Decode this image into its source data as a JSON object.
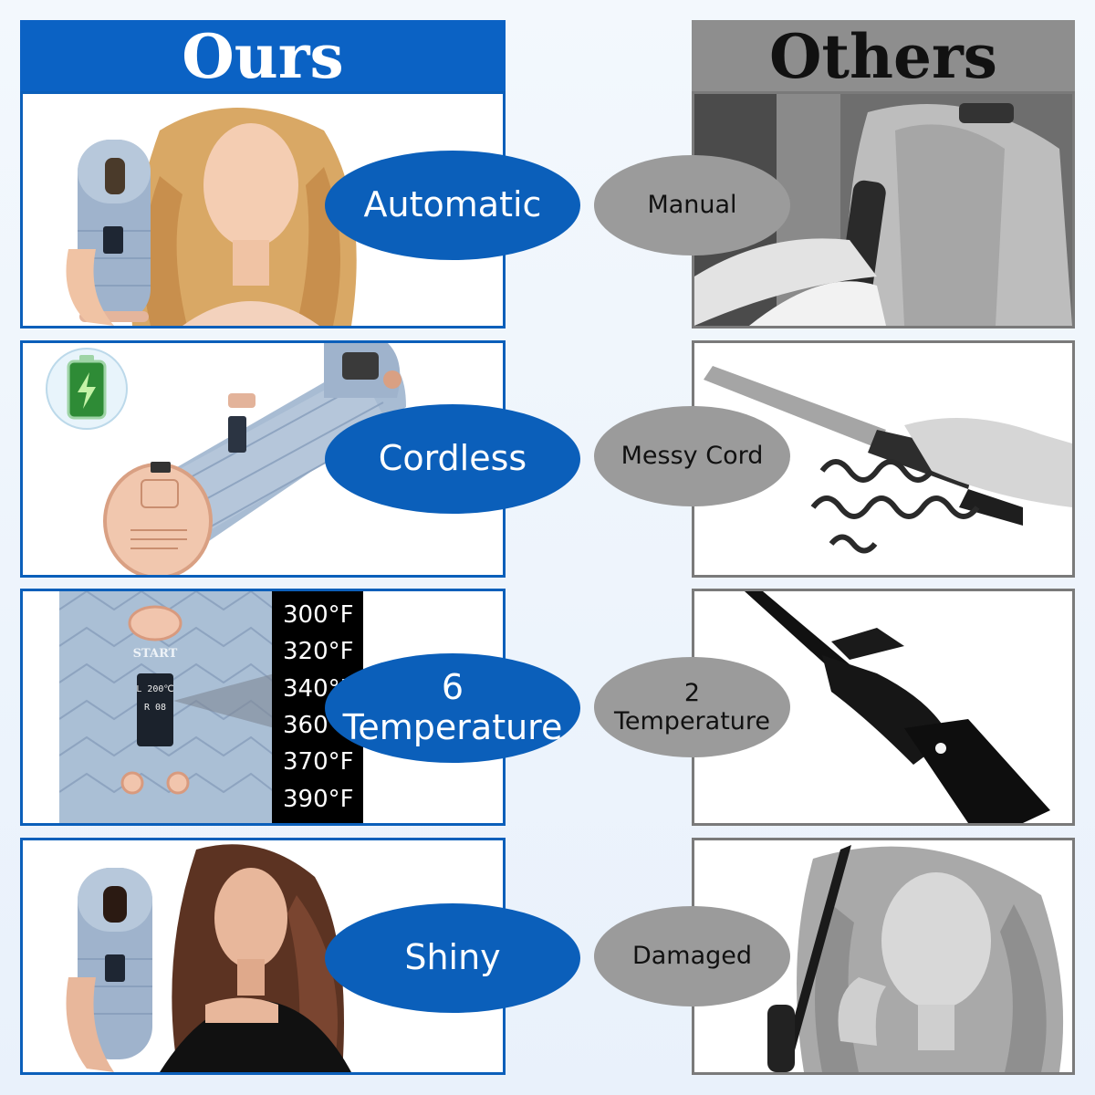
{
  "headers": {
    "ours": "Ours",
    "others": "Others"
  },
  "rows": [
    {
      "ours": "Automatic",
      "others": "Manual"
    },
    {
      "ours": "Cordless",
      "others": "Messy Cord"
    },
    {
      "ours_line1": "6",
      "ours_line2": "Temperature",
      "others_line1": "2",
      "others_line2": "Temperature"
    },
    {
      "ours": "Shiny",
      "others": "Damaged"
    }
  ],
  "temperatures": [
    "300°F",
    "320°F",
    "340°F",
    "360°F",
    "370°F",
    "390°F"
  ],
  "device": {
    "start_label": "START",
    "lcd_line1": "L 200℃",
    "lcd_line2": "R 08"
  },
  "colors": {
    "ours_blue": "#0b5fba",
    "others_gray": "#9b9b9b",
    "header_gray": "#8e8e8e"
  }
}
